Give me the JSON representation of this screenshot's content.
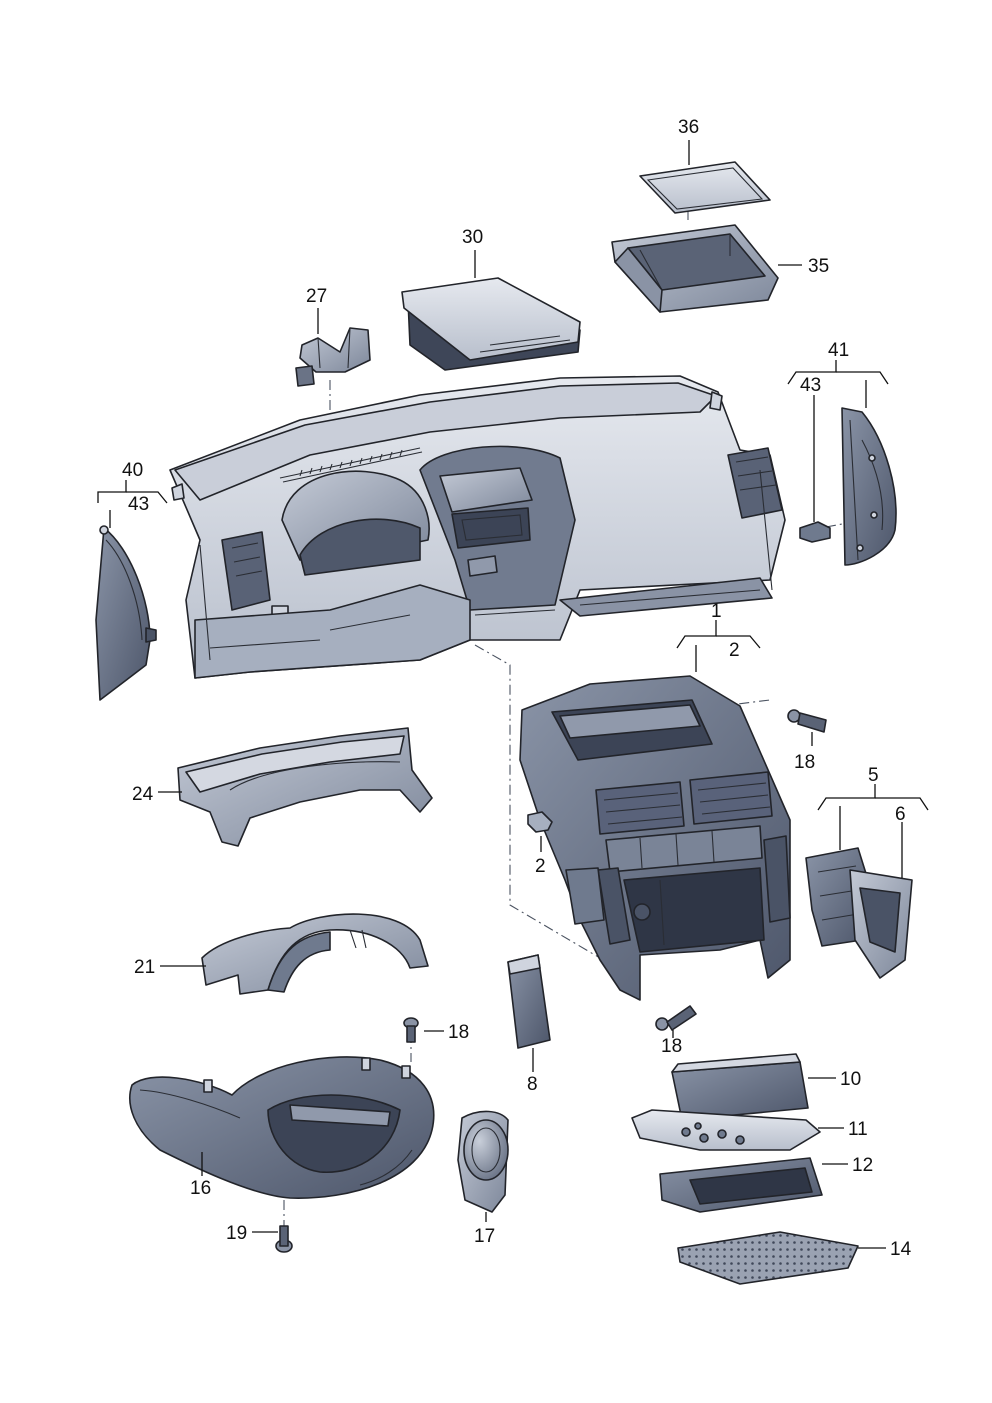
{
  "diagram": {
    "callouts": {
      "c1": "1",
      "c2a": "2",
      "c2b": "2",
      "c5": "5",
      "c6": "6",
      "c8": "8",
      "c10": "10",
      "c11": "11",
      "c12": "12",
      "c14": "14",
      "c16": "16",
      "c17": "17",
      "c18a": "18",
      "c18b": "18",
      "c18c": "18",
      "c19": "19",
      "c21": "21",
      "c24": "24",
      "c27": "27",
      "c30": "30",
      "c35": "35",
      "c36": "36",
      "c40": "40",
      "c41": "41",
      "c43a": "43",
      "c43b": "43"
    },
    "colors": {
      "part_light": "#d9dde6",
      "part_mid": "#aab2c2",
      "part_dark": "#6f7a8e",
      "part_darker": "#4a5366",
      "outline": "#22242a"
    }
  }
}
